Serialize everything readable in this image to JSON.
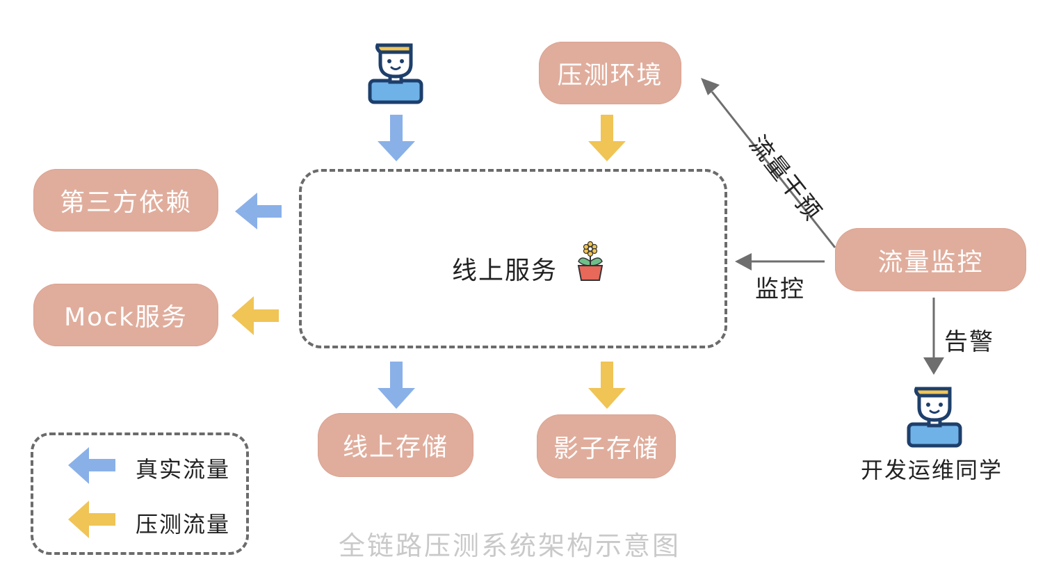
{
  "diagram": {
    "caption": "全链路压测系统架构示意图",
    "center_service": {
      "label": "线上服务",
      "icon": "flower-pot-icon"
    },
    "nodes": {
      "stress_env": "压测环境",
      "third_party": "第三方依赖",
      "mock_service": "Mock服务",
      "online_storage": "线上存储",
      "shadow_storage": "影子存储",
      "traffic_monitor": "流量监控"
    },
    "actors": {
      "user": {
        "icon": "user-avatar-icon"
      },
      "devops": {
        "icon": "user-avatar-icon",
        "label": "开发运维同学"
      }
    },
    "edge_labels": {
      "traffic_intervention": "流量干预",
      "monitor": "监控",
      "alert": "告警"
    },
    "legend": {
      "items": [
        {
          "label": "真实流量",
          "color": "#8ab0e8"
        },
        {
          "label": "压测流量",
          "color": "#f0c455"
        }
      ]
    },
    "colors": {
      "node_fill": "#e0ad9c",
      "real_traffic": "#8ab0e8",
      "stress_traffic": "#f0c455",
      "control_arrow": "#6e6e6e",
      "avatar_outline": "#1e3f6b",
      "avatar_body": "#6fb2e8",
      "avatar_hair": "#f3c553"
    }
  }
}
